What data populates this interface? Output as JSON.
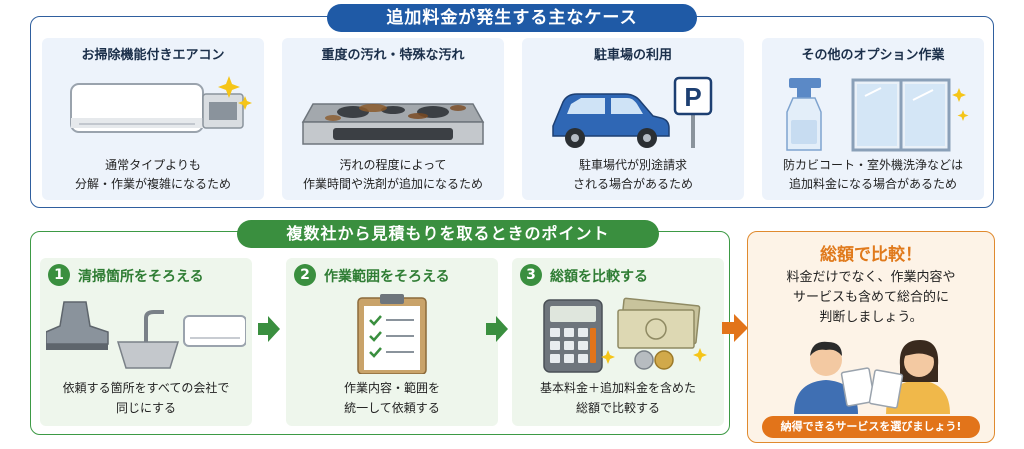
{
  "top": {
    "title": "追加料金が発生する主なケース",
    "cases": [
      {
        "title": "お掃除機能付きエアコン",
        "desc": "通常タイプよりも\n分解・作業が複雑になるため",
        "icon": "air-conditioner-icon"
      },
      {
        "title": "重度の汚れ・特殊な汚れ",
        "desc": "汚れの程度によって\n作業時間や洗剤が追加になるため",
        "icon": "dirty-stove-icon"
      },
      {
        "title": "駐車場の利用",
        "desc": "駐車場代が別途請求\nされる場合があるため",
        "icon": "parking-car-icon"
      },
      {
        "title": "その他のオプション作業",
        "desc": "防カビコート・室外機洗浄などは\n追加料金になる場合があるため",
        "icon": "spray-window-icon"
      }
    ]
  },
  "bottom": {
    "title": "複数社から見積もりを取るときのポイント",
    "steps": [
      {
        "num": "1",
        "title": "清掃箇所をそろえる",
        "desc": "依頼する箇所をすべての会社で\n同じにする",
        "icon": "appliances-icon"
      },
      {
        "num": "2",
        "title": "作業範囲をそろえる",
        "desc": "作業内容・範囲を\n統一して依頼する",
        "icon": "clipboard-checklist-icon"
      },
      {
        "num": "3",
        "title": "総額を比較する",
        "desc": "基本料金＋追加料金を含めた\n総額で比較する",
        "icon": "calculator-money-icon"
      }
    ]
  },
  "right": {
    "title": "総額で比較！",
    "desc": "料金だけでなく、作業内容や\nサービスも含めて総合的に\n判断しましょう。",
    "banner": "納得できるサービスを選びましょう!",
    "icon": "people-reviewing-icon"
  },
  "colors": {
    "blue": "#1f5aa6",
    "green": "#3a8f3f",
    "orange": "#e2741a"
  }
}
